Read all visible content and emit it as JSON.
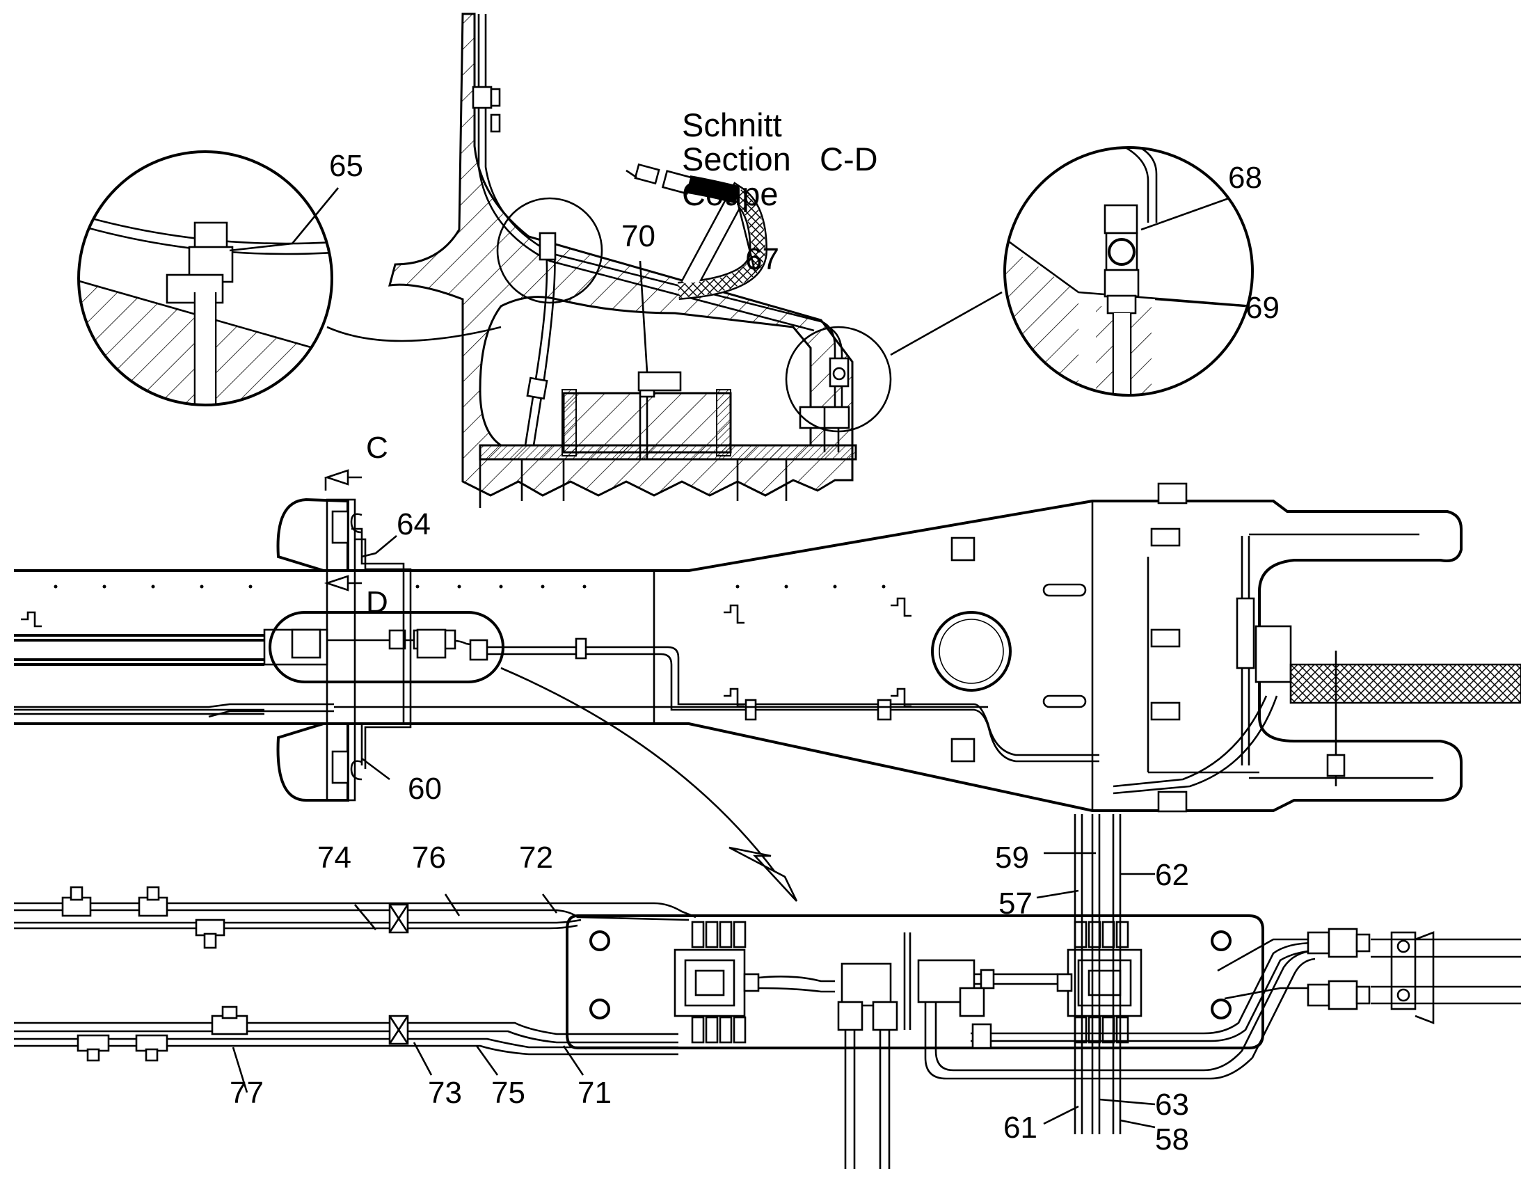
{
  "section_title": {
    "line_de": "Schnitt",
    "line_en": "Section",
    "line_fr": "Coupe",
    "section_id": "C-D"
  },
  "section_markers": {
    "upper": "C",
    "lower": "D"
  },
  "callouts": [
    {
      "id": "65",
      "text": "65"
    },
    {
      "id": "70",
      "text": "70"
    },
    {
      "id": "67",
      "text": "67"
    },
    {
      "id": "68",
      "text": "68"
    },
    {
      "id": "69",
      "text": "69"
    },
    {
      "id": "64",
      "text": "64"
    },
    {
      "id": "60",
      "text": "60"
    },
    {
      "id": "74",
      "text": "74"
    },
    {
      "id": "76",
      "text": "76"
    },
    {
      "id": "72",
      "text": "72"
    },
    {
      "id": "59",
      "text": "59"
    },
    {
      "id": "62",
      "text": "62"
    },
    {
      "id": "57",
      "text": "57"
    },
    {
      "id": "77",
      "text": "77"
    },
    {
      "id": "73",
      "text": "73"
    },
    {
      "id": "75",
      "text": "75"
    },
    {
      "id": "71",
      "text": "71"
    },
    {
      "id": "61",
      "text": "61"
    },
    {
      "id": "63",
      "text": "63"
    },
    {
      "id": "58",
      "text": "58"
    }
  ]
}
